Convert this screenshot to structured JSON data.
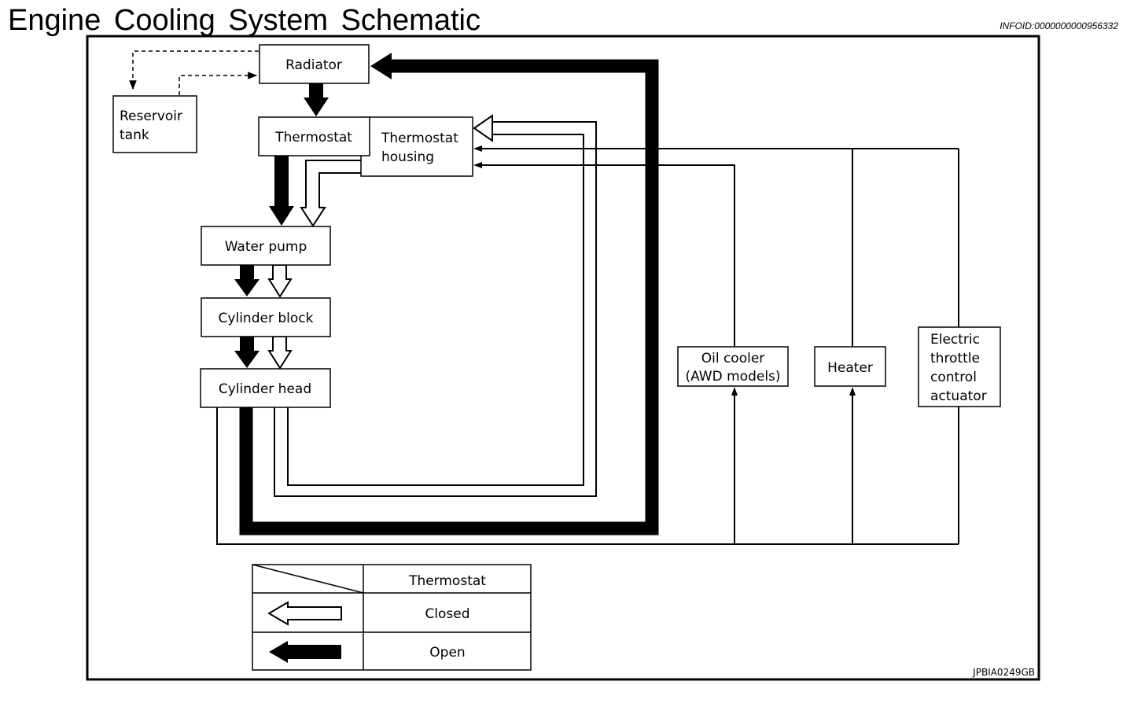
{
  "page": {
    "title": "Engine Cooling System Schematic",
    "info_id": "INFOID:0000000000956332",
    "figure_code": "JPBIA0249GB"
  },
  "components": {
    "radiator": "Radiator",
    "reservoir_tank": [
      "Reservoir",
      "tank"
    ],
    "thermostat": "Thermostat",
    "thermostat_housing": [
      "Thermostat",
      "housing"
    ],
    "water_pump": "Water pump",
    "cylinder_block": "Cylinder block",
    "cylinder_head": "Cylinder head",
    "oil_cooler": [
      "Oil cooler",
      "(AWD models)"
    ],
    "heater": "Heater",
    "throttle_actuator": [
      "Electric",
      "throttle",
      "control",
      "actuator"
    ]
  },
  "legend": {
    "header": "Thermostat",
    "closed": "Closed",
    "open": "Open"
  },
  "colors": {
    "line": "#000000",
    "background": "#ffffff"
  }
}
